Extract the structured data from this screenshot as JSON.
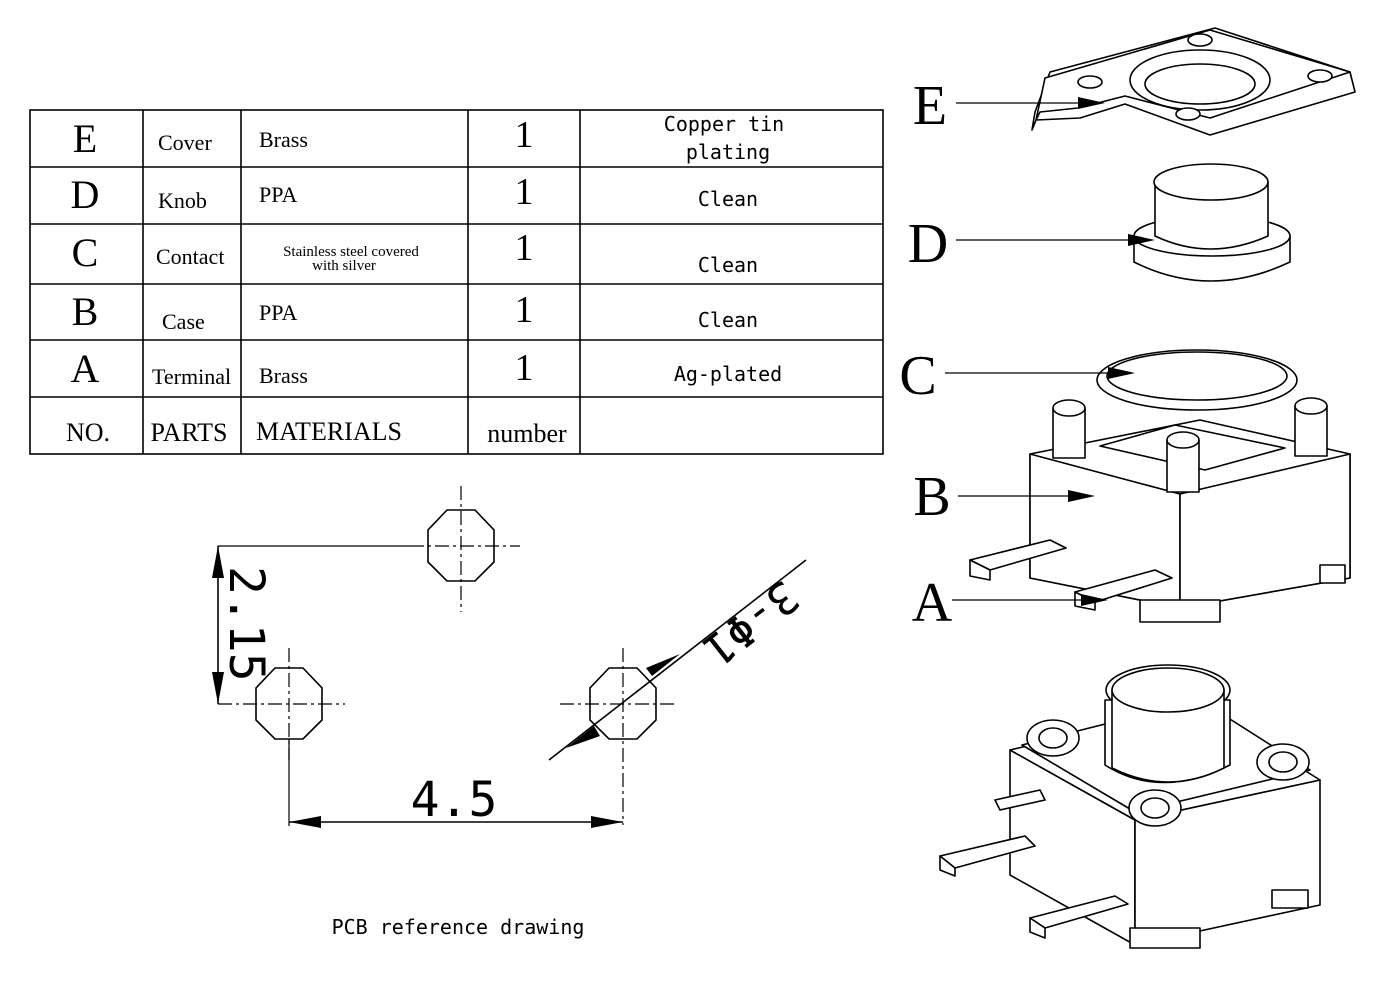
{
  "parts_table": {
    "rows": [
      {
        "no": "E",
        "part": "Cover",
        "material": "Brass",
        "count": "1",
        "finish_line1": "Copper tin",
        "finish_line2": "plating"
      },
      {
        "no": "D",
        "part": "Knob",
        "material": "PPA",
        "count": "1",
        "finish_line1": "Clean",
        "finish_line2": ""
      },
      {
        "no": "C",
        "part": "Contact",
        "material_line1": "Stainless steel covered",
        "material_line2": "with silver",
        "count": "1",
        "finish_line1": "Clean",
        "finish_line2": ""
      },
      {
        "no": "B",
        "part": "Case",
        "material": "PPA",
        "count": "1",
        "finish_line1": "Clean",
        "finish_line2": ""
      },
      {
        "no": "A",
        "part": "Terminal",
        "material": "Brass",
        "count": "1",
        "finish_line1": "Ag-plated",
        "finish_line2": ""
      }
    ],
    "header": {
      "no": "NO.",
      "part": "PARTS",
      "material": "MATERIALS",
      "count": "number",
      "finish": ""
    }
  },
  "pcb_drawing": {
    "caption": "PCB reference drawing",
    "dim_vertical": "2.15",
    "dim_horizontal": "4.5",
    "dim_hole": "3-Φ1"
  },
  "exploded_view": {
    "labels": [
      "E",
      "D",
      "C",
      "B",
      "A"
    ]
  }
}
